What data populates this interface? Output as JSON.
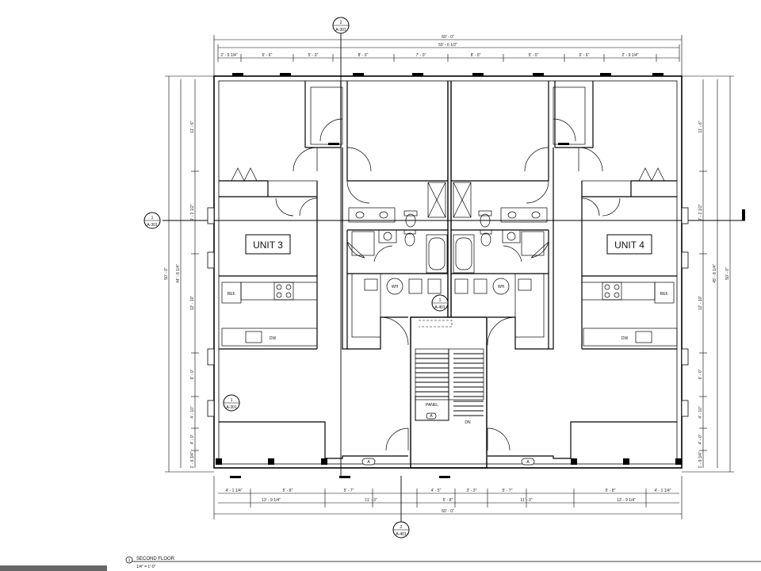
{
  "units": [
    {
      "name": "UNIT 3"
    },
    {
      "name": "UNIT 4"
    }
  ],
  "appliances": {
    "ref_label": "REF.",
    "dw_label": "DW",
    "wh_label": "WH"
  },
  "stair": {
    "panel_label": "PANEL",
    "dn_label": "DN"
  },
  "dimensions": {
    "top_overall": "60' - 0\"",
    "top_inner": "59' - 6 1/2\"",
    "top_segments": [
      "2' - 9 1/4\"",
      "6' - 6\"",
      "5' - 0\"",
      "8' - 0\"",
      "7' - 0\"",
      "8' - 0\"",
      "5' - 0\"",
      "6' - 6\"",
      "2' - 9 1/4\""
    ],
    "bottom_row1": [
      "4' - 1 1/4\"",
      "5' - 8\"",
      "5' - 7\"",
      "4' - 5\"",
      "3' - 3\"",
      "5' - 7\"",
      "5' - 8\"",
      "4' - 1 1/4\""
    ],
    "bottom_row2": [
      "13' - 9 1/4\"",
      "11' - 3\"",
      "5' - 8\"",
      "11' - 3\"",
      "13' - 9 1/4\""
    ],
    "bottom_overall": "60' - 0\"",
    "left_overall": "50' - 0\"",
    "left_inner": "44' - 8 1/4\"",
    "left_segments": [
      "11' - 6\"",
      "9' - 2 1/2\"",
      "12' - 10\"",
      "6' - 0\"",
      "4' - 10\"",
      "4' - 0\"",
      "1' - 9 3/4\""
    ],
    "right_overall": "50' - 0\"",
    "right_inner": "45' - 8 1/4\"",
    "right_segments": [
      "11' - 6\"",
      "9' - 2 1/2\"",
      "12' - 10\"",
      "6' - 0\"",
      "4' - 10\"",
      "4' - 0\"",
      "1' - 9 3/4\""
    ]
  },
  "section_markers": {
    "top": {
      "num": "2",
      "sheet": "A-301"
    },
    "left": {
      "num": "1",
      "sheet": "A-301"
    },
    "bottom": {
      "num": "2",
      "sheet": "A-401"
    },
    "detail": {
      "num": "1",
      "sheet": "A-301"
    },
    "stair": {
      "num": "1",
      "sheet": "A-401"
    }
  },
  "door_tag": "A",
  "title_block": {
    "number": "1",
    "title": "SECOND FLOOR",
    "scale": "1/4\" = 1'-0\""
  }
}
